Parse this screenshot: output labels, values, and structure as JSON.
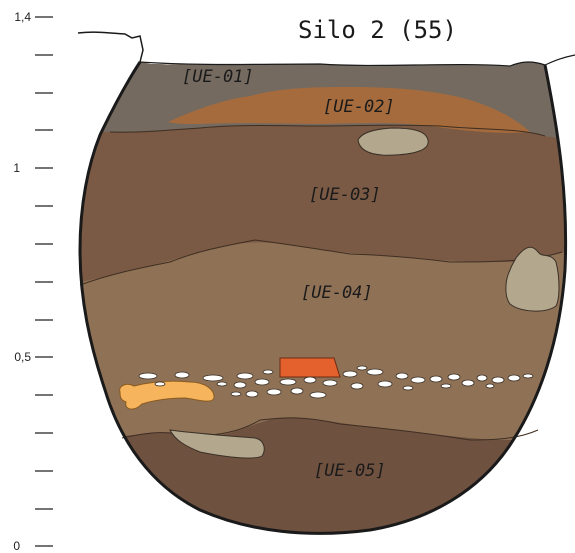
{
  "title": "Silo 2 (55)",
  "scale": {
    "labels": [
      "1,4",
      "1",
      "0,5",
      "0"
    ],
    "minor_tick_count": 15
  },
  "layers": [
    {
      "id": "ue01",
      "label": "[UE-01]",
      "color": "#746a60"
    },
    {
      "id": "ue02",
      "label": "[UE-02]",
      "color": "#a56b3c"
    },
    {
      "id": "ue03",
      "label": "[UE-03]",
      "color": "#7a5a44"
    },
    {
      "id": "ue04",
      "label": "[UE-04]",
      "color": "#8f7156"
    },
    {
      "id": "ue05",
      "label": "[UE-05]",
      "color": "#6f5140"
    }
  ],
  "inclusions": {
    "stone_color": "#b3a78e",
    "bone_color": "#f6b55c",
    "brick_color": "#e4612e",
    "pebble_color": "#ffffff"
  }
}
